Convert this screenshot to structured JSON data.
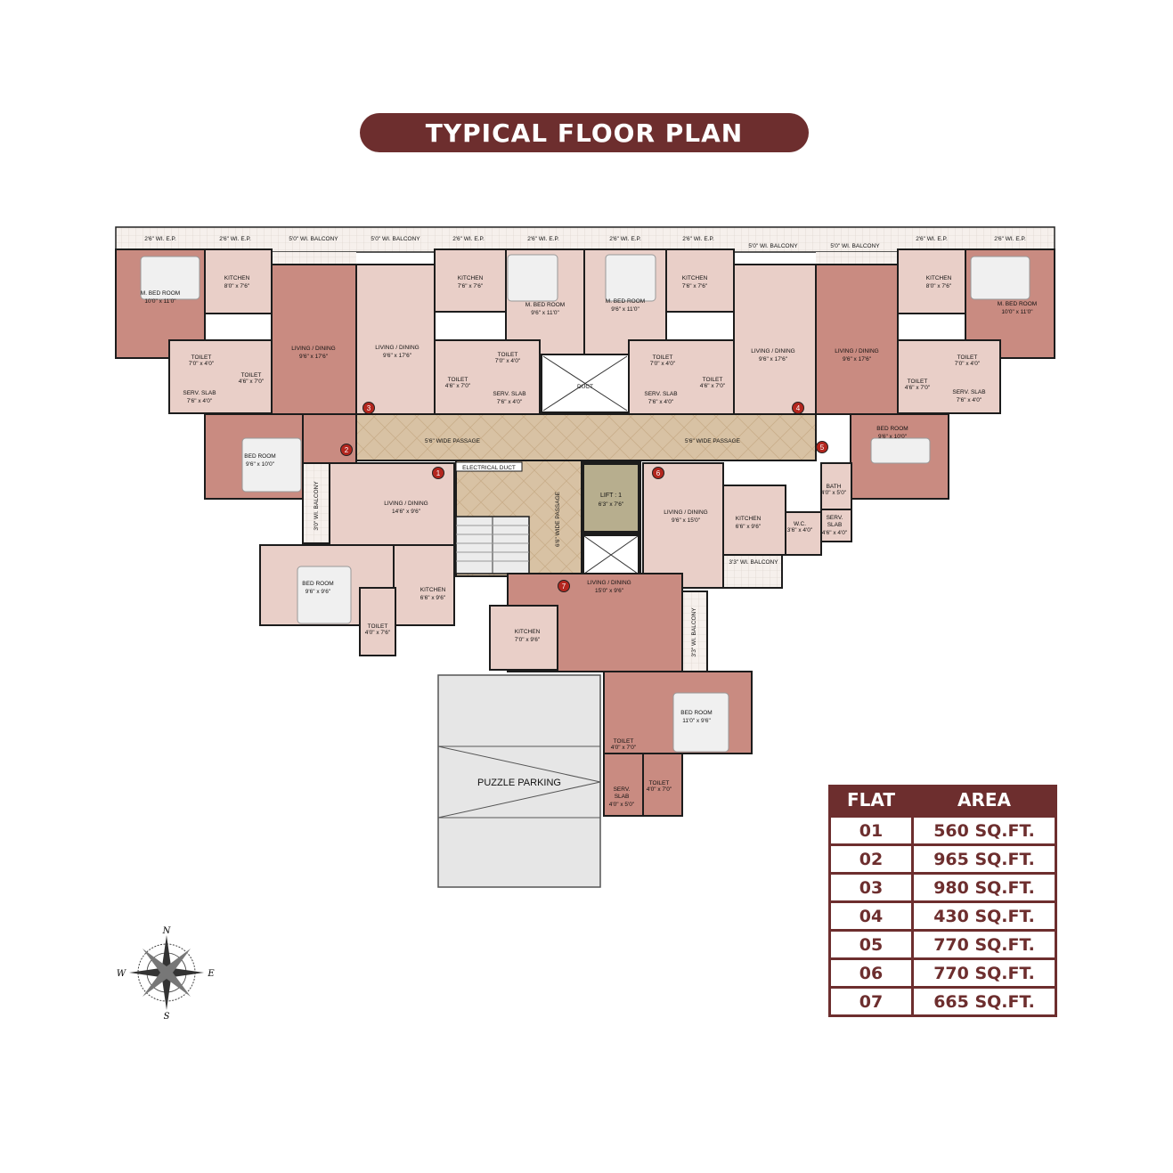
{
  "title": "TYPICAL FLOOR PLAN",
  "colors": {
    "brand": "#6d2e2e",
    "room_dark": "#c98b81",
    "room_light": "#e9cfc8",
    "passage": "#d9c3a5",
    "wall": "#1c1c1c",
    "marker": "#b3261e",
    "parking": "#e6e6e6"
  },
  "labels": {
    "balc_1": "2'6\" WI. E.P.",
    "balc_2": "2'6\" WI. E.P.",
    "balc_3": "5'0\" WI. BALCONY",
    "balc_4": "5'0\" WI. BALCONY",
    "balc_5": "2'6\" WI. E.P.",
    "balc_6": "2'6\" WI. E.P.",
    "balc_7": "2'6\" WI. E.P.",
    "balc_8": "2'6\" WI. E.P.",
    "balc_9": "5'0\" WI. BALCONY",
    "balc_10": "5'0\" WI. BALCONY",
    "balc_11": "2'6\" WI. E.P.",
    "balc_12": "2'6\" WI. E.P.",
    "mbed_1": "M. BED ROOM",
    "mbed_1_dim": "10'0\" x 11'0\"",
    "kit_1": "KITCHEN",
    "kit_1_dim": "8'0\" x 7'6\"",
    "liv_2": "LIVING / DINING",
    "liv_2_dim": "9'6\" x 17'6\"",
    "toilet_a": "TOILET",
    "toilet_a_dim": "7'0\" x 4'0\"",
    "toilet_b": "TOILET",
    "toilet_b_dim": "4'6\" x 7'0\"",
    "serv_1": "SERV. SLAB",
    "serv_1_dim": "7'6\" x 4'0\"",
    "bed_2": "BED ROOM",
    "bed_2_dim": "9'6\" x 10'0\"",
    "liv_3": "LIVING / DINING",
    "liv_3_dim": "9'6\" x 17'6\"",
    "kit_3": "KITCHEN",
    "kit_3_dim": "7'6\" x 7'6\"",
    "mbed_3": "M. BED ROOM",
    "mbed_3_dim": "9'6\" x 11'0\"",
    "toilet_c": "TOILET",
    "toilet_c_dim": "7'0\" x 4'0\"",
    "toilet_d": "TOILET",
    "toilet_d_dim": "4'6\" x 7'0\"",
    "serv_3": "SERV. SLAB",
    "serv_3_dim": "7'6\" x 4'0\"",
    "duct": "DUCT",
    "mbed_4": "M. BED ROOM",
    "mbed_4_dim": "9'6\" x 11'0\"",
    "kit_4": "KITCHEN",
    "kit_4_dim": "7'6\" x 7'6\"",
    "toilet_e": "TOILET",
    "toilet_e_dim": "7'0\" x 4'0\"",
    "toilet_f": "TOILET",
    "toilet_f_dim": "4'6\" x 7'0\"",
    "serv_4": "SERV. SLAB",
    "serv_4_dim": "7'6\" x 4'0\"",
    "liv_4": "LIVING / DINING",
    "liv_4_dim": "9'6\" x 17'6\"",
    "liv_5": "LIVING / DINING",
    "liv_5_dim": "9'6\" x 17'6\"",
    "kit_5": "KITCHEN",
    "kit_5_dim": "8'0\" x 7'6\"",
    "mbed_5": "M. BED ROOM",
    "mbed_5_dim": "10'0\" x 11'0\"",
    "toilet_g": "TOILET",
    "toilet_g_dim": "7'0\" x 4'0\"",
    "toilet_h": "TOILET",
    "toilet_h_dim": "4'6\" x 7'0\"",
    "serv_5": "SERV. SLAB",
    "serv_5_dim": "7'6\" x 4'0\"",
    "bed_5": "BED ROOM",
    "bed_5_dim": "9'6\" x 10'0\"",
    "passage_l": "5'6\" WIDE PASSAGE",
    "passage_r": "5'6\" WIDE PASSAGE",
    "elec_duct": "ELECTRICAL DUCT",
    "passage_v": "6'6\" WIDE PASSAGE",
    "lift": "LIFT : 1",
    "lift_dim": "6'3\" x 7'6\"",
    "liv_1": "LIVING / DINING",
    "liv_1_dim": "14'6\" x 9'6\"",
    "balc_1v": "3'0\" WI. BALCONY",
    "bed_1": "BED ROOM",
    "bed_1_dim": "9'6\" x 9'6\"",
    "kit_1b": "KITCHEN",
    "kit_1b_dim": "6'6\" x 9'6\"",
    "toilet_i": "TOILET",
    "toilet_i_dim": "4'0\" x 7'6\"",
    "liv_6": "LIVING / DINING",
    "liv_6_dim": "9'6\" x 15'0\"",
    "kit_6": "KITCHEN",
    "kit_6_dim": "6'6\" x 9'6\"",
    "wc_6": "W.C.",
    "wc_6_dim": "3'6\" x 4'0\"",
    "bath_6": "BATH",
    "bath_6_dim": "4'0\" x 5'0\"",
    "serv_6": "SERV.",
    "serv_6b": "SLAB",
    "serv_6_dim": "4'6\" x 4'0\"",
    "balc_6h": "3'3\" WI. BALCONY",
    "liv_7": "LIVING / DINING",
    "liv_7_dim": "15'0\" x 9'6\"",
    "kit_7": "KITCHEN",
    "kit_7_dim": "7'0\" x 9'6\"",
    "balc_7v": "3'3\" WI. BALCONY",
    "bed_7": "BED ROOM",
    "bed_7_dim": "11'0\" x 9'6\"",
    "toilet_j": "TOILET",
    "toilet_j_dim": "4'0\" x 7'0\"",
    "toilet_k": "TOILET",
    "toilet_k_dim": "4'0\" x 7'0\"",
    "serv_7": "SERV.",
    "serv_7b": "SLAB",
    "serv_7_dim": "4'0\" x 5'0\"",
    "parking": "PUZZLE PARKING"
  },
  "flat_markers": [
    "1",
    "2",
    "3",
    "4",
    "5",
    "6",
    "7"
  ],
  "compass": {
    "n": "N",
    "s": "S",
    "e": "E",
    "w": "W"
  },
  "area_table": {
    "header_flat": "FLAT",
    "header_area": "AREA",
    "rows": [
      {
        "flat": "01",
        "area": "560 SQ.FT."
      },
      {
        "flat": "02",
        "area": "965 SQ.FT."
      },
      {
        "flat": "03",
        "area": "980 SQ.FT."
      },
      {
        "flat": "04",
        "area": "430 SQ.FT."
      },
      {
        "flat": "05",
        "area": "770 SQ.FT."
      },
      {
        "flat": "06",
        "area": "770 SQ.FT."
      },
      {
        "flat": "07",
        "area": "665 SQ.FT."
      }
    ]
  }
}
